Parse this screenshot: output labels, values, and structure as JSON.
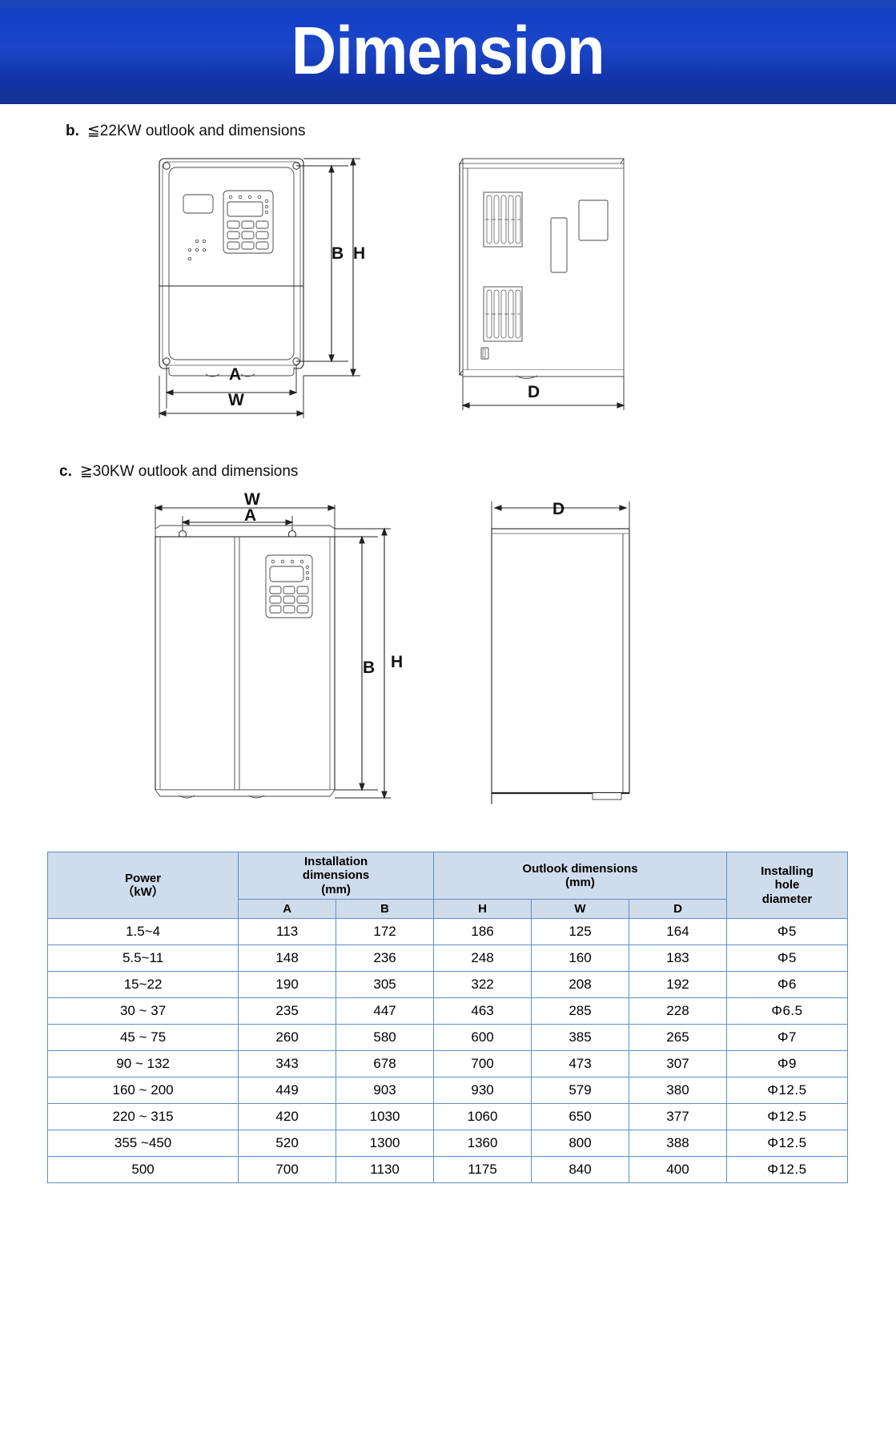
{
  "banner": {
    "title": "Dimension"
  },
  "sections": [
    {
      "marker": "b.",
      "text": "≦22KW outlook and dimensions",
      "dimension_labels": {
        "front_height_inner": "B",
        "front_height_outer": "H",
        "front_width_inner": "A",
        "front_width_outer": "W",
        "side_depth": "D"
      }
    },
    {
      "marker": "c.",
      "text": "≧30KW outlook and dimensions",
      "dimension_labels": {
        "front_width_outer": "W",
        "front_width_inner": "A",
        "front_height_inner": "B",
        "front_height_outer": "H",
        "side_depth": "D"
      }
    }
  ],
  "table": {
    "header": {
      "power": {
        "line1": "Power",
        "line2": "（kW）"
      },
      "installation": {
        "line1": "Installation",
        "line2": "dimensions",
        "line3": "(mm)"
      },
      "outlook": {
        "line1": "Outlook dimensions",
        "line2": "(mm)"
      },
      "hole": {
        "line1": "Installing",
        "line2": "hole",
        "line3": "diameter"
      },
      "sub": [
        "A",
        "B",
        "H",
        "W",
        "D"
      ]
    },
    "rows": [
      {
        "power": "1.5~4",
        "A": "113",
        "B": "172",
        "H": "186",
        "W": "125",
        "D": "164",
        "hole": "Φ5"
      },
      {
        "power": "5.5~11",
        "A": "148",
        "B": "236",
        "H": "248",
        "W": "160",
        "D": "183",
        "hole": "Φ5"
      },
      {
        "power": "15~22",
        "A": "190",
        "B": "305",
        "H": "322",
        "W": "208",
        "D": "192",
        "hole": "Φ6"
      },
      {
        "power": "30 ~ 37",
        "A": "235",
        "B": "447",
        "H": "463",
        "W": "285",
        "D": "228",
        "hole": "Φ6.5"
      },
      {
        "power": "45 ~ 75",
        "A": "260",
        "B": "580",
        "H": "600",
        "W": "385",
        "D": "265",
        "hole": "Φ7"
      },
      {
        "power": "90 ~ 132",
        "A": "343",
        "B": "678",
        "H": "700",
        "W": "473",
        "D": "307",
        "hole": "Φ9"
      },
      {
        "power": "160 ~ 200",
        "A": "449",
        "B": "903",
        "H": "930",
        "W": "579",
        "D": "380",
        "hole": "Φ12.5"
      },
      {
        "power": "220 ~ 315",
        "A": "420",
        "B": "1030",
        "H": "1060",
        "W": "650",
        "D": "377",
        "hole": "Φ12.5"
      },
      {
        "power": "355 ~450",
        "A": "520",
        "B": "1300",
        "H": "1360",
        "W": "800",
        "D": "388",
        "hole": "Φ12.5"
      },
      {
        "power": "500",
        "A": "700",
        "B": "1130",
        "H": "1175",
        "W": "840",
        "D": "400",
        "hole": "Φ12.5"
      }
    ]
  },
  "colors": {
    "banner_blue": "#1340c8",
    "table_header_fill": "#cfdceb",
    "table_border": "#5b8fc9",
    "line_color": "#222222"
  }
}
